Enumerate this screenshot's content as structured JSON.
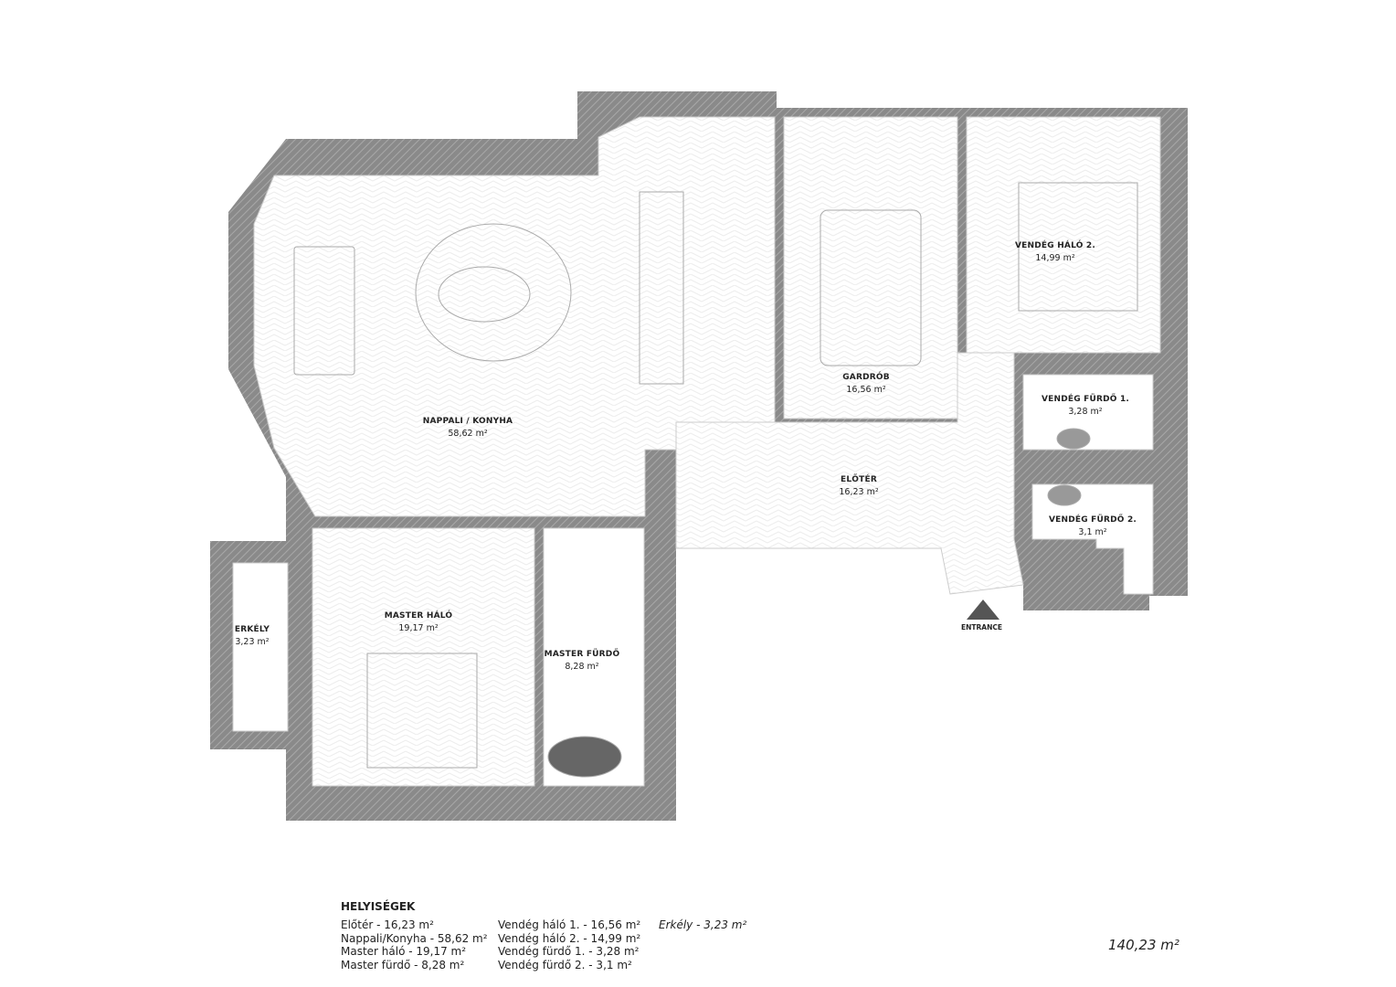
{
  "colors": {
    "wall": "#8a8a8a",
    "floor": "#ffffff",
    "line": "#bdbdbd"
  },
  "rooms": [
    {
      "name": "NAPPALI / KONYHA",
      "area": "58,62 m²"
    },
    {
      "name": "GARDRÓB",
      "area": "16,56 m²"
    },
    {
      "name": "VENDÉG HÁLÓ 2.",
      "area": "14,99 m²"
    },
    {
      "name": "VENDÉG FÜRDŐ 1.",
      "area": "3,28 m²"
    },
    {
      "name": "VENDÉG FÜRDŐ 2.",
      "area": "3,1 m²"
    },
    {
      "name": "ELŐTÉR",
      "area": "16,23 m²"
    },
    {
      "name": "MASTER HÁLÓ",
      "area": "19,17 m²"
    },
    {
      "name": "MASTER FÜRDŐ",
      "area": "8,28 m²"
    },
    {
      "name": "ERKÉLY",
      "area": "3,23 m²"
    }
  ],
  "entrance": "ENTRANCE",
  "legend": {
    "title": "HELYISÉGEK",
    "col1": [
      "Előtér - 16,23 m²",
      "Nappali/Konyha - 58,62 m²",
      "Master háló - 19,17 m²",
      "Master fürdő - 8,28 m²"
    ],
    "col2": [
      "Vendég háló 1. - 16,56 m²",
      "Vendég háló 2. - 14,99 m²",
      "Vendég fürdő 1. - 3,28 m²",
      "Vendég fürdő 2. - 3,1 m²"
    ],
    "col3": [
      "Erkély - 3,23 m²"
    ]
  },
  "total": "140,23 m²"
}
